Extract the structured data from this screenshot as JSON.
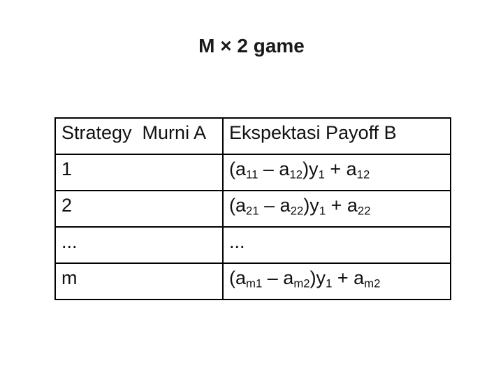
{
  "slide": {
    "title": "M × 2 game"
  },
  "table": {
    "headers": [
      "Strategy  Murni A",
      "Ekspektasi Payoff B"
    ],
    "rows": [
      {
        "strategy": "1",
        "payoff": [
          {
            "t": "(a"
          },
          {
            "t": "11",
            "sub": true
          },
          {
            "t": " – a"
          },
          {
            "t": "12",
            "sub": true
          },
          {
            "t": ")y"
          },
          {
            "t": "1",
            "sub": true
          },
          {
            "t": " + a"
          },
          {
            "t": "12",
            "sub": true
          }
        ]
      },
      {
        "strategy": "2",
        "payoff": [
          {
            "t": "(a"
          },
          {
            "t": "21",
            "sub": true
          },
          {
            "t": " – a"
          },
          {
            "t": "22",
            "sub": true
          },
          {
            "t": ")y"
          },
          {
            "t": "1",
            "sub": true
          },
          {
            "t": " + a"
          },
          {
            "t": "22",
            "sub": true
          }
        ]
      },
      {
        "strategy": "...",
        "payoff": [
          {
            "t": "..."
          }
        ]
      },
      {
        "strategy": "m",
        "payoff": [
          {
            "t": "(a"
          },
          {
            "t": "m1",
            "sub": true
          },
          {
            "t": " – a"
          },
          {
            "t": "m2",
            "sub": true
          },
          {
            "t": ")y"
          },
          {
            "t": "1",
            "sub": true
          },
          {
            "t": " + a"
          },
          {
            "t": "m2",
            "sub": true
          }
        ]
      }
    ]
  }
}
